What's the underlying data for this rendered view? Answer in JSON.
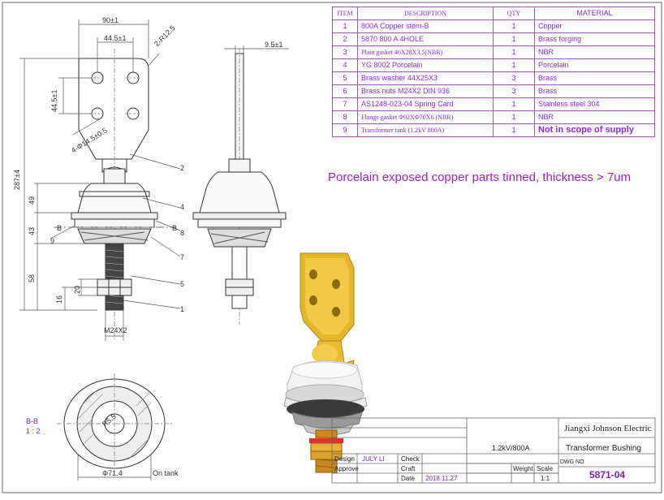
{
  "bom": {
    "headers": {
      "item": "ITEM",
      "description": "DESCRIPTION",
      "qty": "QTY",
      "material": "MATERIAL"
    },
    "rows": [
      {
        "item": "1",
        "description": "800A Copper stem-B",
        "qty": "1",
        "material": "Copper"
      },
      {
        "item": "2",
        "description": "5870 800 A 4HOLE",
        "qty": "1",
        "material": "Brass forging"
      },
      {
        "item": "3",
        "description": "Plain gasket 46X28X3.5(NBR)",
        "qty": "1",
        "material": "NBR"
      },
      {
        "item": "4",
        "description": "YG 8002 Porcelain",
        "qty": "1",
        "material": "Porcelain"
      },
      {
        "item": "5",
        "description": "Brass washer 44X25X3",
        "qty": "3",
        "material": "Brass"
      },
      {
        "item": "6",
        "description": "Brass nuts M24X2 DIN 936",
        "qty": "3",
        "material": "Brass"
      },
      {
        "item": "7",
        "description": "AS1248-023-04 Spring Card",
        "qty": "1",
        "material": "Stainless steel 304"
      },
      {
        "item": "8",
        "description": "Flange gasket Φ92XΦ70X6 (NBR)",
        "qty": "1",
        "material": "NBR"
      },
      {
        "item": "9",
        "description": "Transformer tank (1.2kV 800A)",
        "qty": "1",
        "material": "Not in scope of supply"
      }
    ]
  },
  "note": "Porcelain exposed copper parts tinned, thickness > 7um",
  "dimensions": {
    "top_width": "90±1",
    "hole_spacing": "44.5±1",
    "corner_radius": "2-R12.5",
    "side_offset": "9.5±1",
    "hole_spacing_v": "44.5±1",
    "holes": "4-Φ14.5±0.5",
    "overall_height": "287±4",
    "d49": "49",
    "d43": "43",
    "d58": "58",
    "d20": "20",
    "d16": "16",
    "thread": "M24X2",
    "section_radius": "R5.5",
    "diameter": "Φ71.4",
    "on_tank": "On tank",
    "section_cut": "B",
    "section_label": "B-B",
    "section_scale": "1 : 2"
  },
  "balloons": [
    "2",
    "4",
    "9",
    "8",
    "7",
    "5",
    "1"
  ],
  "title_block": {
    "company": "Jiangxi Johnson Electric",
    "rating": "1.2kV/800A",
    "title": "Transformer Bushing",
    "design_label": "Design",
    "design_value": "JULY LI",
    "check_label": "Check",
    "approve_label": "Approve",
    "craft_label": "Craft",
    "date_label": "Date",
    "date_value": "2018.11.27",
    "weight_label": "Weight",
    "scale_label": "Scale",
    "scale_value": "1:1",
    "dwg_label": "DWG NO",
    "dwg_no": "5871-04"
  }
}
